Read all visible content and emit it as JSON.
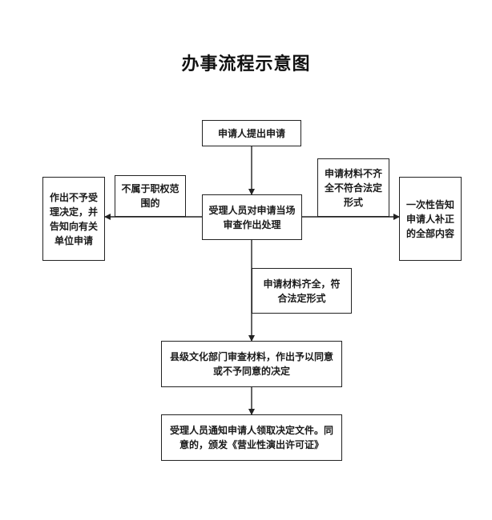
{
  "title": "办事流程示意图",
  "diagram": {
    "nodes": {
      "apply": "申请人提出申请",
      "review": "受理人员对申请当场审查作出处理",
      "not_scope": "不属于职权范围的",
      "reject": "作出不予受理决定，并告知向有关单位申请",
      "incomplete": "申请材料不齐全不符合法定形式",
      "notify_fix": "一次性告知申请人补正的全部内容",
      "complete": "申请材料齐全，符合法定形式",
      "county": "县级文化部门审查材料，作出予以同意或不予同意的决定",
      "result": "受理人员通知申请人领取决定文件。同意的，颁发《营业性演出许可证》"
    }
  }
}
